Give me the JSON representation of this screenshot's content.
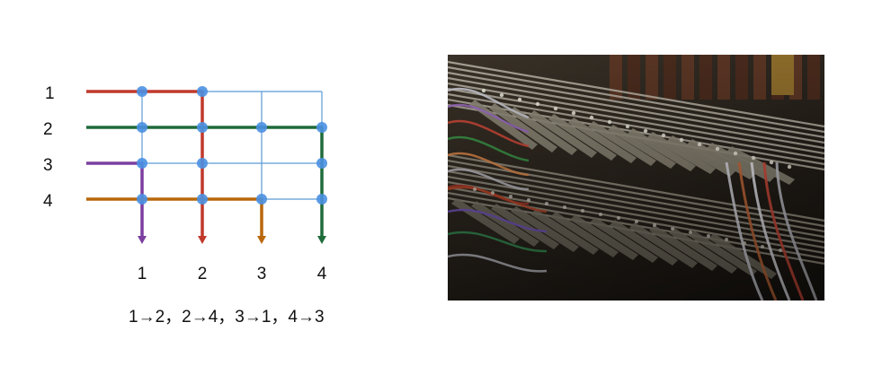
{
  "diagram": {
    "input_labels": [
      "1",
      "2",
      "3",
      "4"
    ],
    "output_labels": [
      "1",
      "2",
      "3",
      "4"
    ],
    "mapping_text": "1→2，2→4，3→1，4→3",
    "routes": [
      {
        "from": "1",
        "to": "2",
        "color": "#c0392b"
      },
      {
        "from": "2",
        "to": "4",
        "color": "#1e6b3a"
      },
      {
        "from": "3",
        "to": "1",
        "color": "#7b3fa0"
      },
      {
        "from": "4",
        "to": "3",
        "color": "#b9670a"
      }
    ],
    "grid_color": "#5b9bd5",
    "node_color": "#4a90e2"
  },
  "photo": {
    "subject": "crossbar-switch-wiring-photo"
  }
}
